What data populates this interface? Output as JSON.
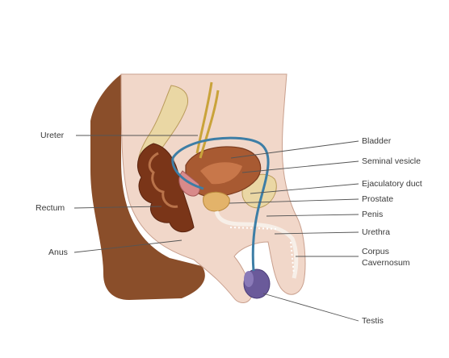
{
  "labels": {
    "left": {
      "ureter": "Ureter",
      "rectum": "Rectum",
      "anus": "Anus"
    },
    "right": {
      "bladder": "Bladder",
      "seminal_vesicle": "Seminal vesicle",
      "ejaculatory_duct": "Ejaculatory duct",
      "prostate": "Prostate",
      "penis": "Penis",
      "urethra": "Urethra",
      "corpus_cavernosum_line1": "Corpus",
      "corpus_cavernosum_line2": "Cavernosum",
      "testis": "Testis"
    }
  },
  "colors": {
    "skin": "#f1d7c9",
    "skin_edge": "#c9a08e",
    "body_dark": "#8a4e2a",
    "rectum": "#7a3518",
    "bladder": "#a85a32",
    "bone": "#ead7a4",
    "ureter": "#c9a33a",
    "vas_deferens": "#3d7ea6",
    "testis": "#6a5a9a",
    "leader": "#555555"
  }
}
